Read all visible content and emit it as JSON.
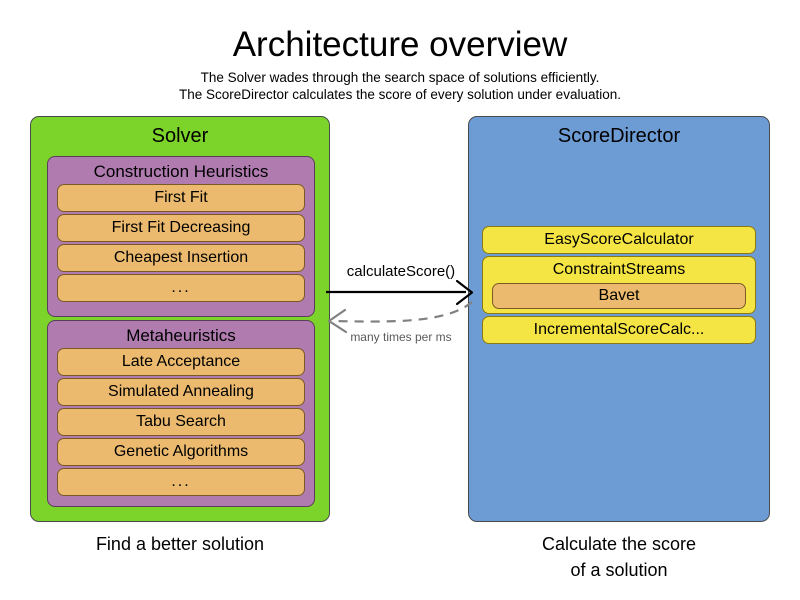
{
  "header": {
    "title": "Architecture overview",
    "subtitle_lines": [
      "The Solver wades through the search space of solutions efficiently.",
      "The ScoreDirector calculates the score of every solution under evaluation."
    ]
  },
  "colors": {
    "solver_panel": "#7CD42A",
    "group": "#B07CB0",
    "item": "#EBBA6E",
    "scoredirector_panel": "#6D9CD4",
    "calculator": "#F5E544",
    "arrow_solid": "#000000",
    "arrow_dashed": "#808080"
  },
  "solver": {
    "title": "Solver",
    "caption": "Find a better solution",
    "groups": [
      {
        "title": "Construction Heuristics",
        "items": [
          "First Fit",
          "First Fit Decreasing",
          "Cheapest Insertion",
          "..."
        ]
      },
      {
        "title": "Metaheuristics",
        "items": [
          "Late Acceptance",
          "Simulated Annealing",
          "Tabu Search",
          "Genetic Algorithms",
          "..."
        ]
      }
    ]
  },
  "score_director": {
    "title": "ScoreDirector",
    "caption_lines": [
      "Calculate the score",
      "of a solution"
    ],
    "calculators": [
      {
        "label": "EasyScoreCalculator",
        "child": null
      },
      {
        "label": "ConstraintStreams",
        "child": "Bavet"
      },
      {
        "label": "IncrementalScoreCalc...",
        "child": null
      }
    ]
  },
  "connector": {
    "request_label": "calculateScore()",
    "response_label": "many times per ms"
  }
}
